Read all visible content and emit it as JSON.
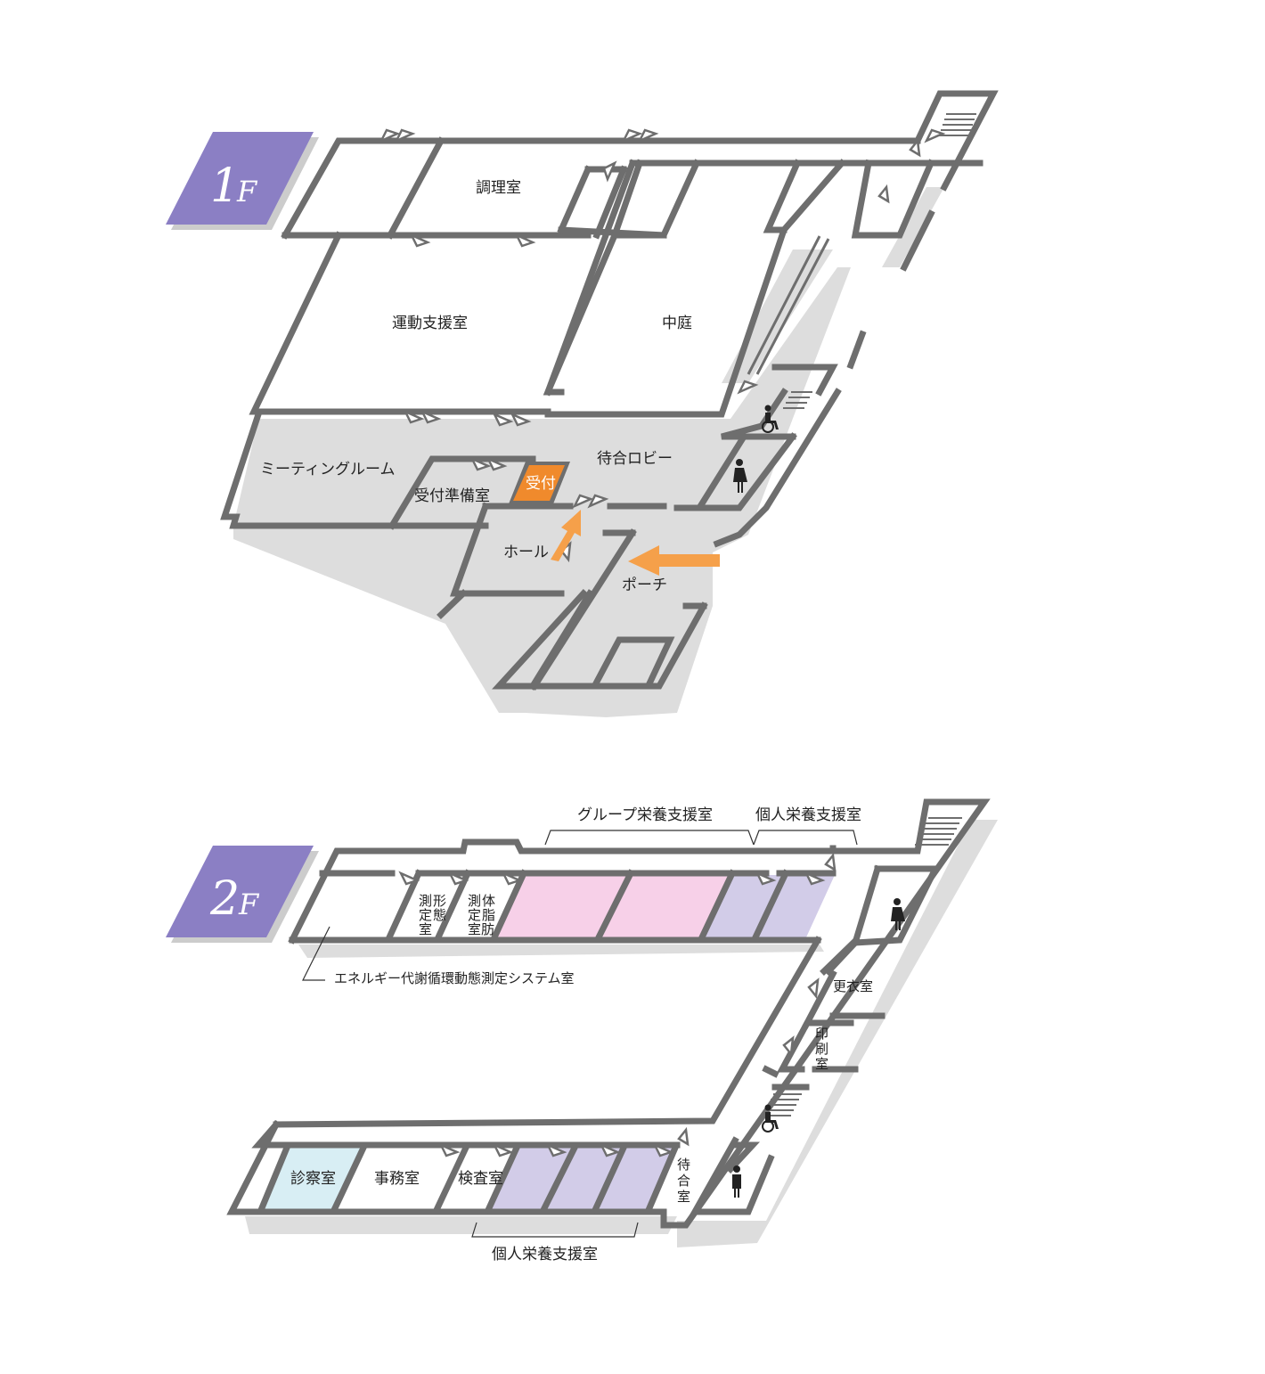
{
  "floors": [
    {
      "id": "1F",
      "tag": {
        "number": "1",
        "letter": "F",
        "color": "#8b7fc4"
      },
      "rooms": {
        "cooking": "調理室",
        "exercise": "運動支援室",
        "courtyard": "中庭",
        "meeting": "ミーティングルーム",
        "reception_prep": "受付準備室",
        "reception": "受付",
        "lobby": "待合ロビー",
        "hall": "ホール",
        "porch": "ポーチ"
      },
      "icons": [
        "accessible-toilet-icon",
        "womens-toilet-icon",
        "entrance-arrow-icon"
      ]
    },
    {
      "id": "2F",
      "tag": {
        "number": "2",
        "letter": "F",
        "color": "#8b7fc4"
      },
      "rooms": {
        "group_nutrition": "グループ栄養支援室",
        "individual_nutrition_top": "個人栄養支援室",
        "body_measure_col1": "形態",
        "body_measure_col2": "測定",
        "body_measure_col3": "室",
        "body_fat_col1": "体脂",
        "body_fat_col2": "測定",
        "body_fat_col3": "室肪",
        "energy_system": "エネルギー代謝循環動態測定システム室",
        "changing": "更衣室",
        "printing_1": "印",
        "printing_2": "刷",
        "printing_3": "室",
        "exam": "診察室",
        "office": "事務室",
        "inspection": "検査室",
        "waiting_1": "待",
        "waiting_2": "合",
        "waiting_3": "室",
        "individual_nutrition_bottom": "個人栄養支援室"
      },
      "icons": [
        "mens-toilet-icon",
        "accessible-toilet-icon"
      ]
    }
  ],
  "colors": {
    "wall": "#6e6e6e",
    "reception": "#f08a2c",
    "arrow": "#f5a04a",
    "group_room": "#f7d0e8",
    "individual_room": "#d2cce8",
    "exam_room": "#d8eef4",
    "floor_tag": "#8b7fc4"
  }
}
